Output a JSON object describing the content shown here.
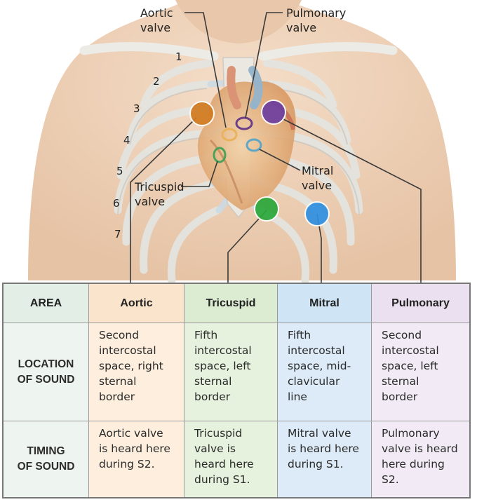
{
  "diagram": {
    "labels": {
      "aortic": "Aortic\nvalve",
      "pulmonary": "Pulmonary\nvalve",
      "mitral": "Mitral\nvalve",
      "tricuspid": "Tricuspid\nvalve"
    },
    "rib_numbers": [
      "1",
      "2",
      "3",
      "4",
      "5",
      "6",
      "7"
    ],
    "marker_colors": {
      "aortic": "#d17a1f",
      "pulmonary": "#6d3fa0",
      "tricuspid": "#2aa83a",
      "mitral": "#2f8fe0"
    }
  },
  "table": {
    "headers": [
      "AREA",
      "Aortic",
      "Tricuspid",
      "Mitral",
      "Pulmonary"
    ],
    "header_colors": [
      "#e3eee6",
      "#fbe4cc",
      "#dcecd3",
      "#cfe4f4",
      "#ebe0f0"
    ],
    "body_colors": [
      "#eef4ef",
      "#fdeedd",
      "#e6f2de",
      "#dcebf7",
      "#f2ebf5"
    ],
    "rows": [
      {
        "label": "LOCATION\nOF SOUND",
        "cells": [
          "Second\nintercostal\nspace, right\nsternal\nborder",
          "Fifth\nintercostal\nspace, left\nsternal\nborder",
          "Fifth\nintercostal\nspace, mid-\nclavicular\nline",
          "Second\nintercostal\nspace, left\nsternal\nborder"
        ]
      },
      {
        "label": "TIMING\nOF SOUND",
        "cells": [
          "Aortic valve\nis heard here\nduring S2.",
          "Tricuspid\nvalve is\nheard here\nduring S1.",
          "Mitral valve\nis heard here\nduring S1.",
          "Pulmonary\nvalve is heard\nhere during\nS2."
        ]
      }
    ]
  }
}
